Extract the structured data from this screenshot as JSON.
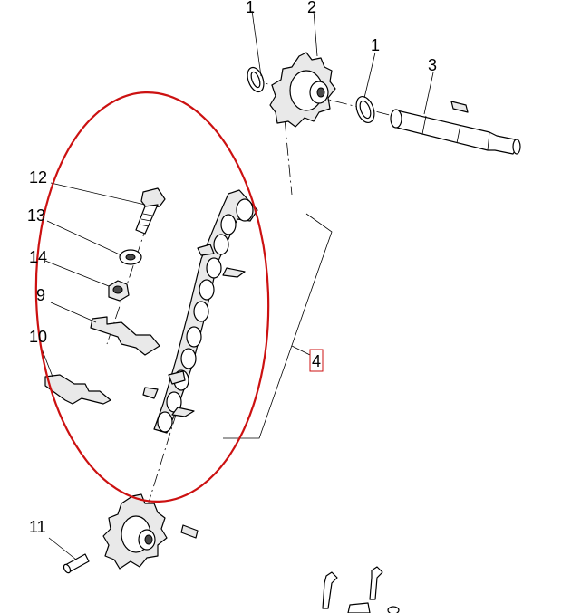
{
  "labels": {
    "c1a": "1",
    "c2": "2",
    "c1b": "1",
    "c3": "3",
    "c12": "12",
    "c13": "13",
    "c14": "14",
    "c9": "9",
    "c10": "10",
    "c4": "4",
    "c11": "11"
  },
  "colors": {
    "highlight": "#cc1111",
    "line": "#000000",
    "part_fill": "#e9e9e9"
  }
}
